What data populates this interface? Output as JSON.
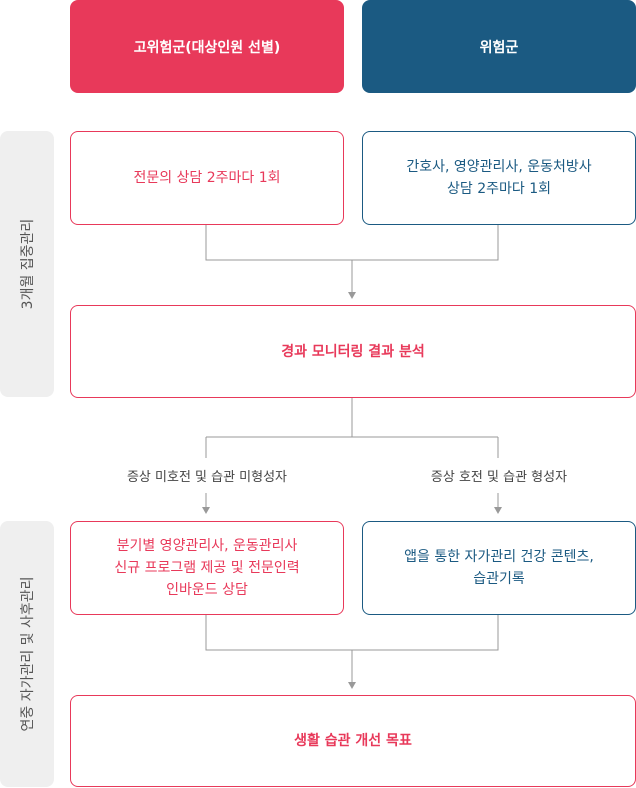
{
  "headers": {
    "high_risk": "고위험군(대상인원 선별)",
    "risk": "위험군"
  },
  "phases": {
    "intensive": "3개월 집중관리",
    "followup": "연중 자가관리 및 사후관리"
  },
  "boxes": {
    "high_risk_counsel": "전문의 상담 2주마다 1회",
    "risk_counsel": "간호사, 영양관리사, 운동처방사\n상담 2주마다 1회",
    "monitoring": "경과 모니터링 결과 분석",
    "no_improve_action": "분기별 영양관리사, 운동관리사\n신규 프로그램 제공 및 전문인력\n인바운드 상담",
    "improve_action": "앱을 통한 자가관리 건강 콘텐츠,\n습관기록",
    "goal": "생활 습관 개선 목표"
  },
  "conditions": {
    "no_improve": "증상 미호전 및 습관 미형성자",
    "improve": "증상 호전 및 습관 형성자"
  },
  "colors": {
    "red": "#e8395a",
    "blue": "#1b5a82",
    "side_bg": "#efefef",
    "line": "#999999"
  }
}
